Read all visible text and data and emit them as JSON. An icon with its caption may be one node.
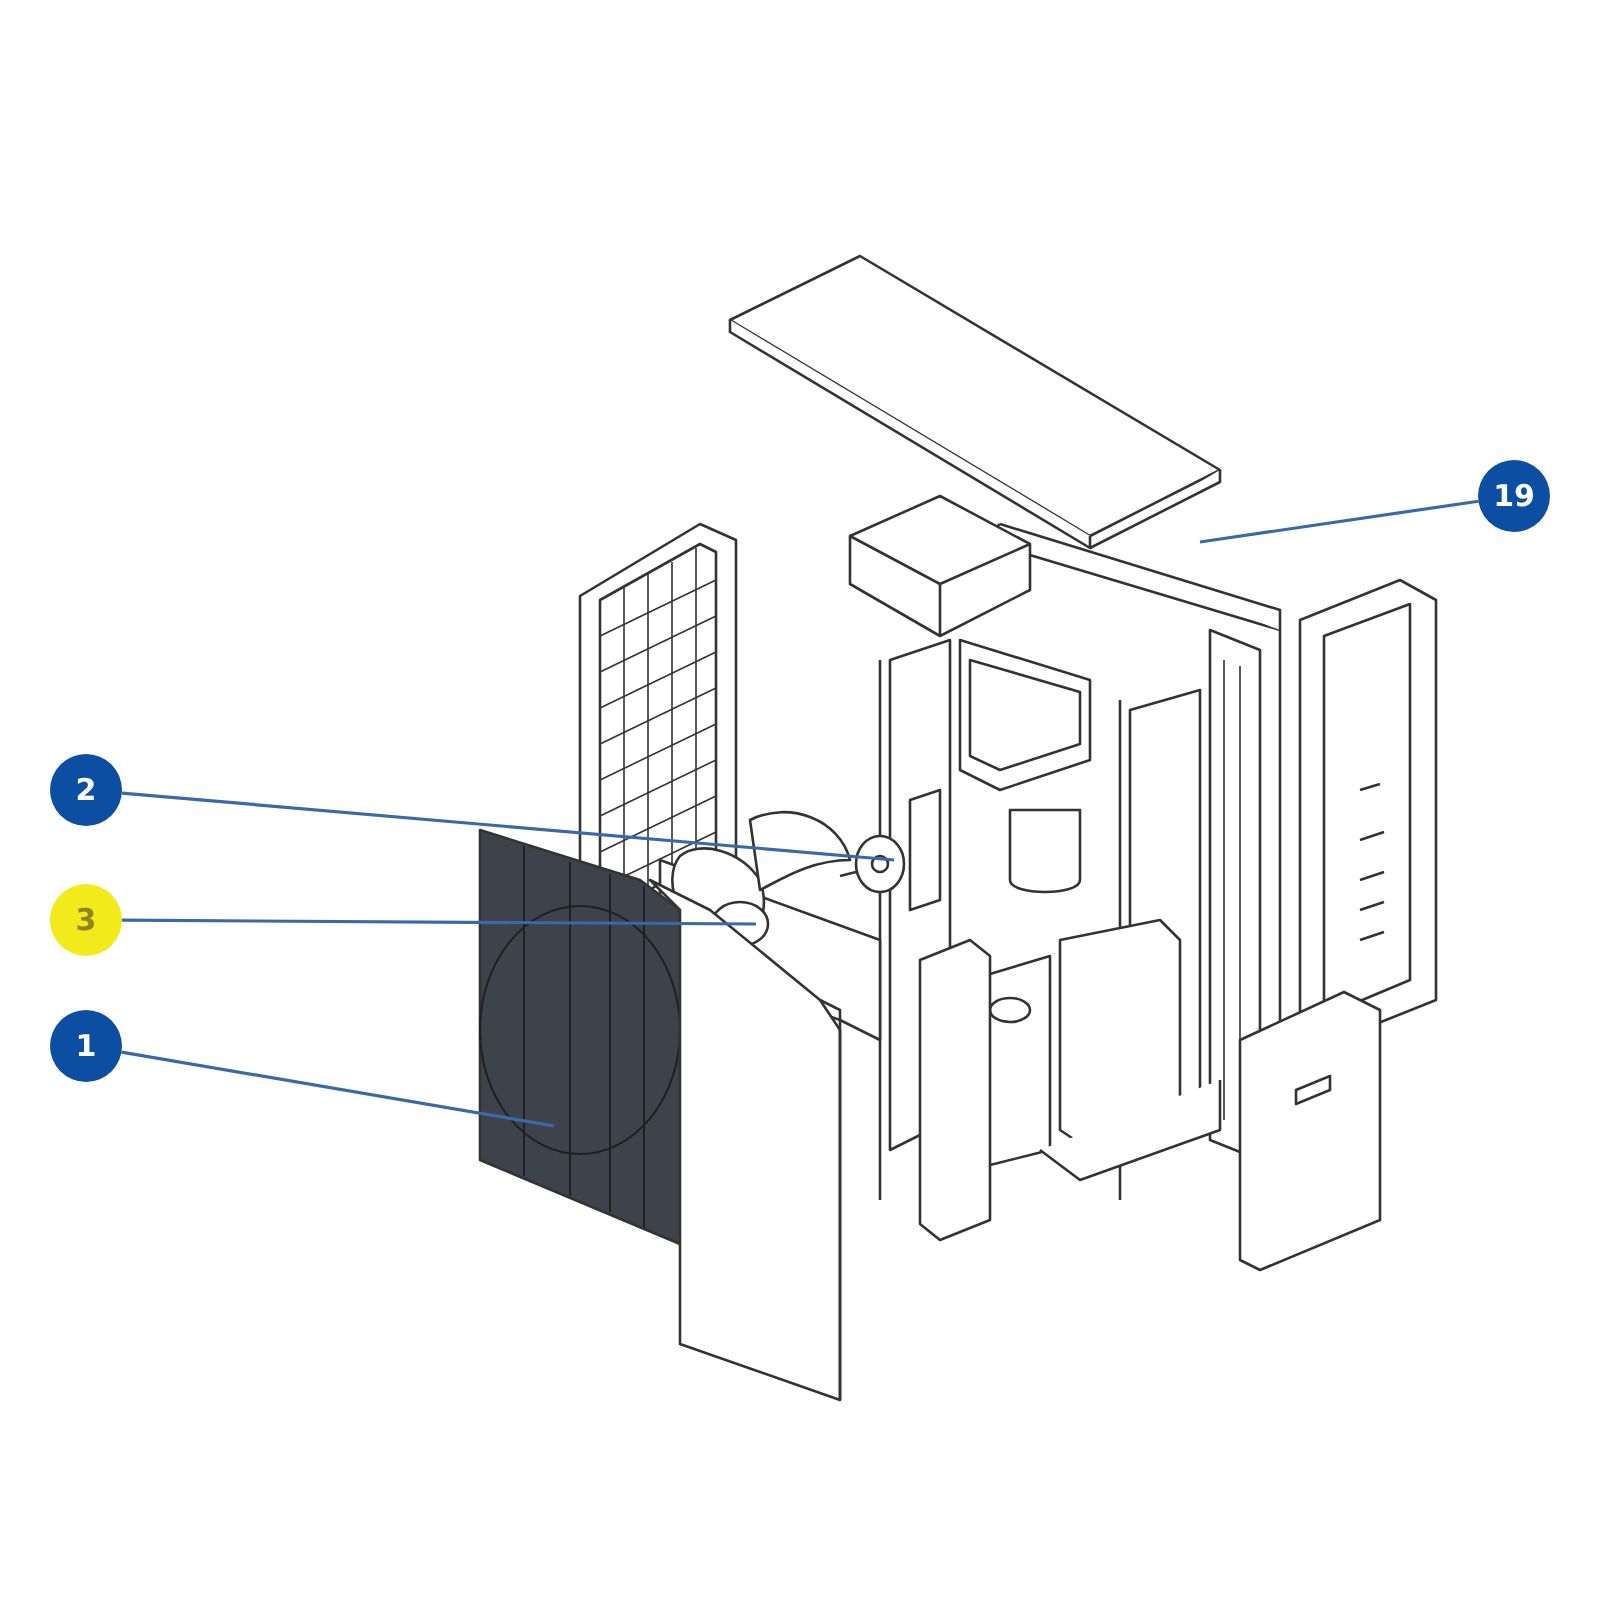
{
  "diagram": {
    "nodes": [
      {
        "text": [
          "19"
        ]
      },
      {
        "text": [
          "2"
        ]
      },
      {
        "text": [
          "3"
        ]
      },
      {
        "text": [
          "1"
        ]
      }
    ],
    "edges": [
      {
        "from": 0,
        "to": null,
        "arrow": "none"
      },
      {
        "from": 1,
        "to": null,
        "arrow": "none"
      },
      {
        "from": 2,
        "to": null,
        "arrow": "none"
      },
      {
        "from": 3,
        "to": null,
        "arrow": "none"
      }
    ]
  }
}
